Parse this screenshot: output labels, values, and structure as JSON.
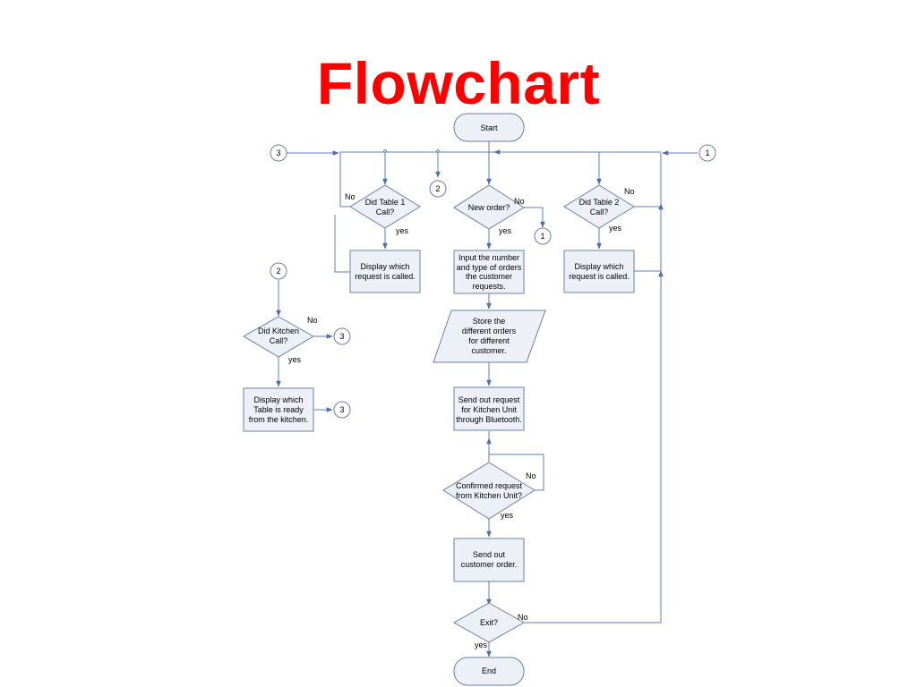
{
  "title": "Flowchart",
  "colors": {
    "title": "#ff0000",
    "line": "#5b7fb8",
    "shape_fill": "#eef0f8",
    "shape_stroke": "#6b7fa6"
  },
  "nodes": {
    "start": "Start",
    "end": "End",
    "did_table1": [
      "Did Table 1",
      "Call?"
    ],
    "did_table2": [
      "Did Table 2",
      "Call?"
    ],
    "new_order": [
      "New order?"
    ],
    "display_table1": [
      "Display which",
      "request is called."
    ],
    "display_table2": [
      "Display which",
      "request is called."
    ],
    "input_orders": [
      "Input the number",
      "and type of orders",
      "the customer",
      "requests."
    ],
    "store_orders": [
      "Store the",
      "different orders",
      "for different",
      "customer."
    ],
    "send_request": [
      "Send out request",
      "for Kitchen Unit",
      "through Bluetooth."
    ],
    "confirmed": [
      "Confirmed request",
      "from Kitchen Unit?"
    ],
    "send_order": [
      "Send out",
      "customer order."
    ],
    "exit": [
      "Exit?"
    ],
    "did_kitchen": [
      "Did Kitchen",
      "Call?"
    ],
    "display_kitchen": [
      "Display which",
      "Table is ready",
      "from the kitchen."
    ]
  },
  "connectors": {
    "c3_top": "3",
    "c1_top": "1",
    "c2_top": "2",
    "c1_mid": "1",
    "c2_left": "2",
    "c3_kitchen": "3",
    "c3_display": "3"
  },
  "edge_labels": {
    "t1_no": "No",
    "t1_yes": "yes",
    "new_no": "No",
    "new_yes": "yes",
    "t2_no": "No",
    "t2_yes": "yes",
    "kitchen_no": "No",
    "kitchen_yes": "yes",
    "confirm_no": "No",
    "confirm_yes": "yes",
    "exit_no": "No",
    "exit_yes": "yes"
  }
}
